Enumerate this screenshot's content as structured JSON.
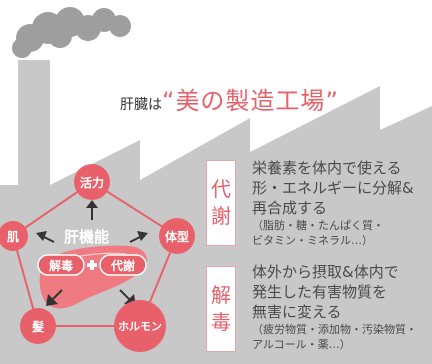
{
  "header": {
    "prefix": "肝臓は",
    "open_quote": "“",
    "emphasis": "美の製造工場",
    "close_quote": "”"
  },
  "diagram": {
    "center_title": "肝機能",
    "pill_left": "解毒",
    "pill_right": "代謝",
    "nodes": {
      "top": "活力",
      "left": "肌",
      "right": "体型",
      "bottom_left": "髪",
      "bottom_right": "ホルモン"
    }
  },
  "sections": {
    "metabolism": {
      "label_chars": [
        "代",
        "謝"
      ],
      "lines": [
        "栄養素を体内で使える",
        "形・エネルギーに分解&",
        "再合成する"
      ],
      "note_lines": [
        "（脂肪・糖・たんぱく質・",
        "ビタミン・ミネラル…）"
      ]
    },
    "detox": {
      "label_chars": [
        "解",
        "毒"
      ],
      "lines": [
        "体外から摂取&体内で",
        "発生した有害物質を",
        "無害に変える"
      ],
      "note_lines": [
        "（疲労物質・添加物・汚染物質・",
        "アルコール・薬…）"
      ]
    }
  },
  "colors": {
    "accent": "#e8616a",
    "factory": "#c8c8c8",
    "smoke": "#9e9e9e",
    "liver": "#ef7a82",
    "dark_text": "#333333"
  }
}
